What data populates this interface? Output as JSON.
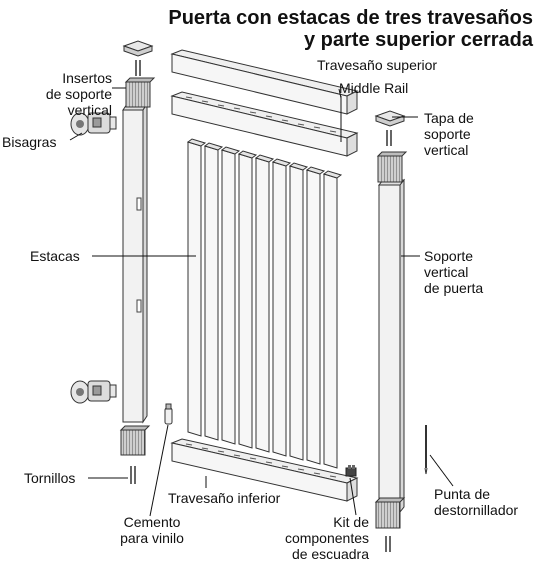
{
  "title": {
    "line1": "Puerta con estacas de tres travesaños",
    "line2": "y parte superior cerrada"
  },
  "labels": {
    "top_rail": "Travesaño superior",
    "middle_rail": "Middle Rail",
    "post_inserts": [
      "Insertos",
      "de soporte",
      "vertical"
    ],
    "hinges": "Bisagras",
    "post_cap": [
      "Tapa de",
      "soporte",
      "vertical"
    ],
    "pickets": "Estacas",
    "gate_post": [
      "Soporte",
      "vertical",
      "de puerta"
    ],
    "screws": "Tornillos",
    "bottom_rail": "Travesaño inferior",
    "vinyl_cement": [
      "Cemento",
      "para vinilo"
    ],
    "bracket_kit": [
      "Kit de",
      "componentes",
      "de escuadra"
    ],
    "driver_bit": [
      "Punta de",
      "destornillador"
    ]
  }
}
